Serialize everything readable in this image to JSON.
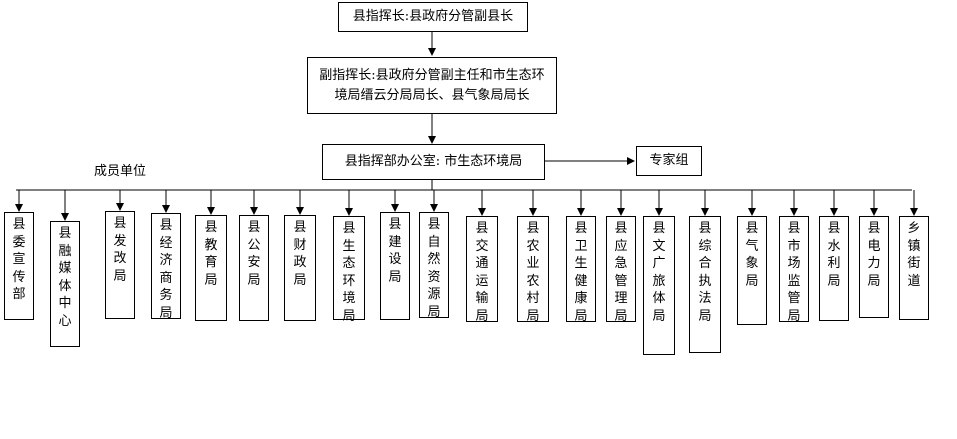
{
  "commander": "县指挥长:县政府分管副县长",
  "vice_commander": "副指挥长:县政府分管副主任和市生态环境局缙云分局局长、县气象局局长",
  "office": "县指挥部办公室: 市生态环境局",
  "expert_group": "专家组",
  "members_label": "成员单位",
  "units": [
    "县委宣传部",
    "县融媒体中心",
    "县发改局",
    "县经济商务局",
    "县教育局",
    "县公安局",
    "县财政局",
    "县生态环境局",
    "县建设局",
    "县自然资源局",
    "县交通运输局",
    "县农业农村局",
    "县卫生健康局",
    "县应急管理局",
    "县文广旅体局",
    "县综合执法局",
    "县气象局",
    "县市场监管局",
    "县水利局",
    "县电力局",
    "乡镇街道"
  ]
}
